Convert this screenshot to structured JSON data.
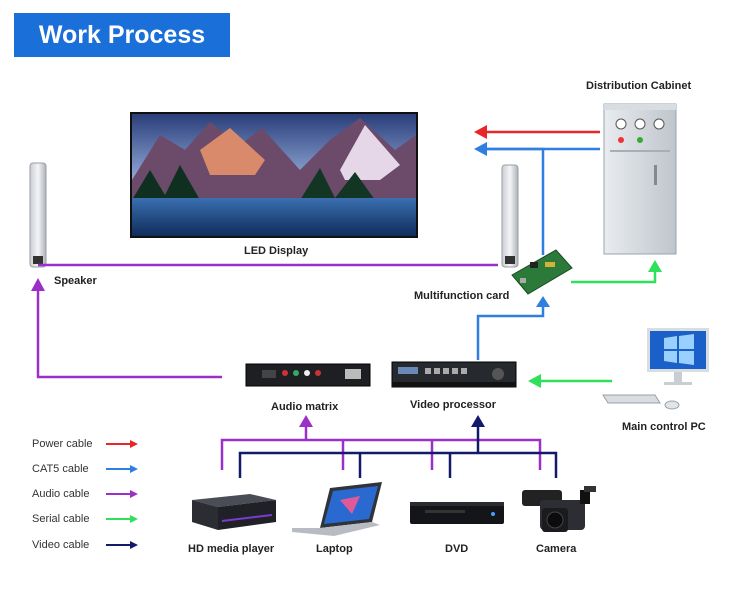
{
  "title": "Work Process",
  "devices": {
    "led_display": "LED Display",
    "speaker": "Speaker",
    "distribution_cabinet": "Distribution Cabinet",
    "multifunction_card": "Multifunction card",
    "audio_matrix": "Audio matrix",
    "video_processor": "Video processor",
    "main_control_pc": "Main control PC",
    "hd_media_player": "HD media player",
    "laptop": "Laptop",
    "dvd": "DVD",
    "camera": "Camera"
  },
  "legend": [
    {
      "label": "Power cable",
      "color": "#e8262a"
    },
    {
      "label": "CAT5 cable",
      "color": "#2f7fe0"
    },
    {
      "label": "Audio cable",
      "color": "#9b30c9"
    },
    {
      "label": "Serial cable",
      "color": "#2fe05a"
    },
    {
      "label": "Video cable",
      "color": "#13196b"
    }
  ],
  "colors": {
    "banner": "#1a6fd8",
    "power": "#e8262a",
    "cat5": "#2f7fe0",
    "audio": "#9b30c9",
    "serial": "#2fe05a",
    "video": "#13196b"
  }
}
